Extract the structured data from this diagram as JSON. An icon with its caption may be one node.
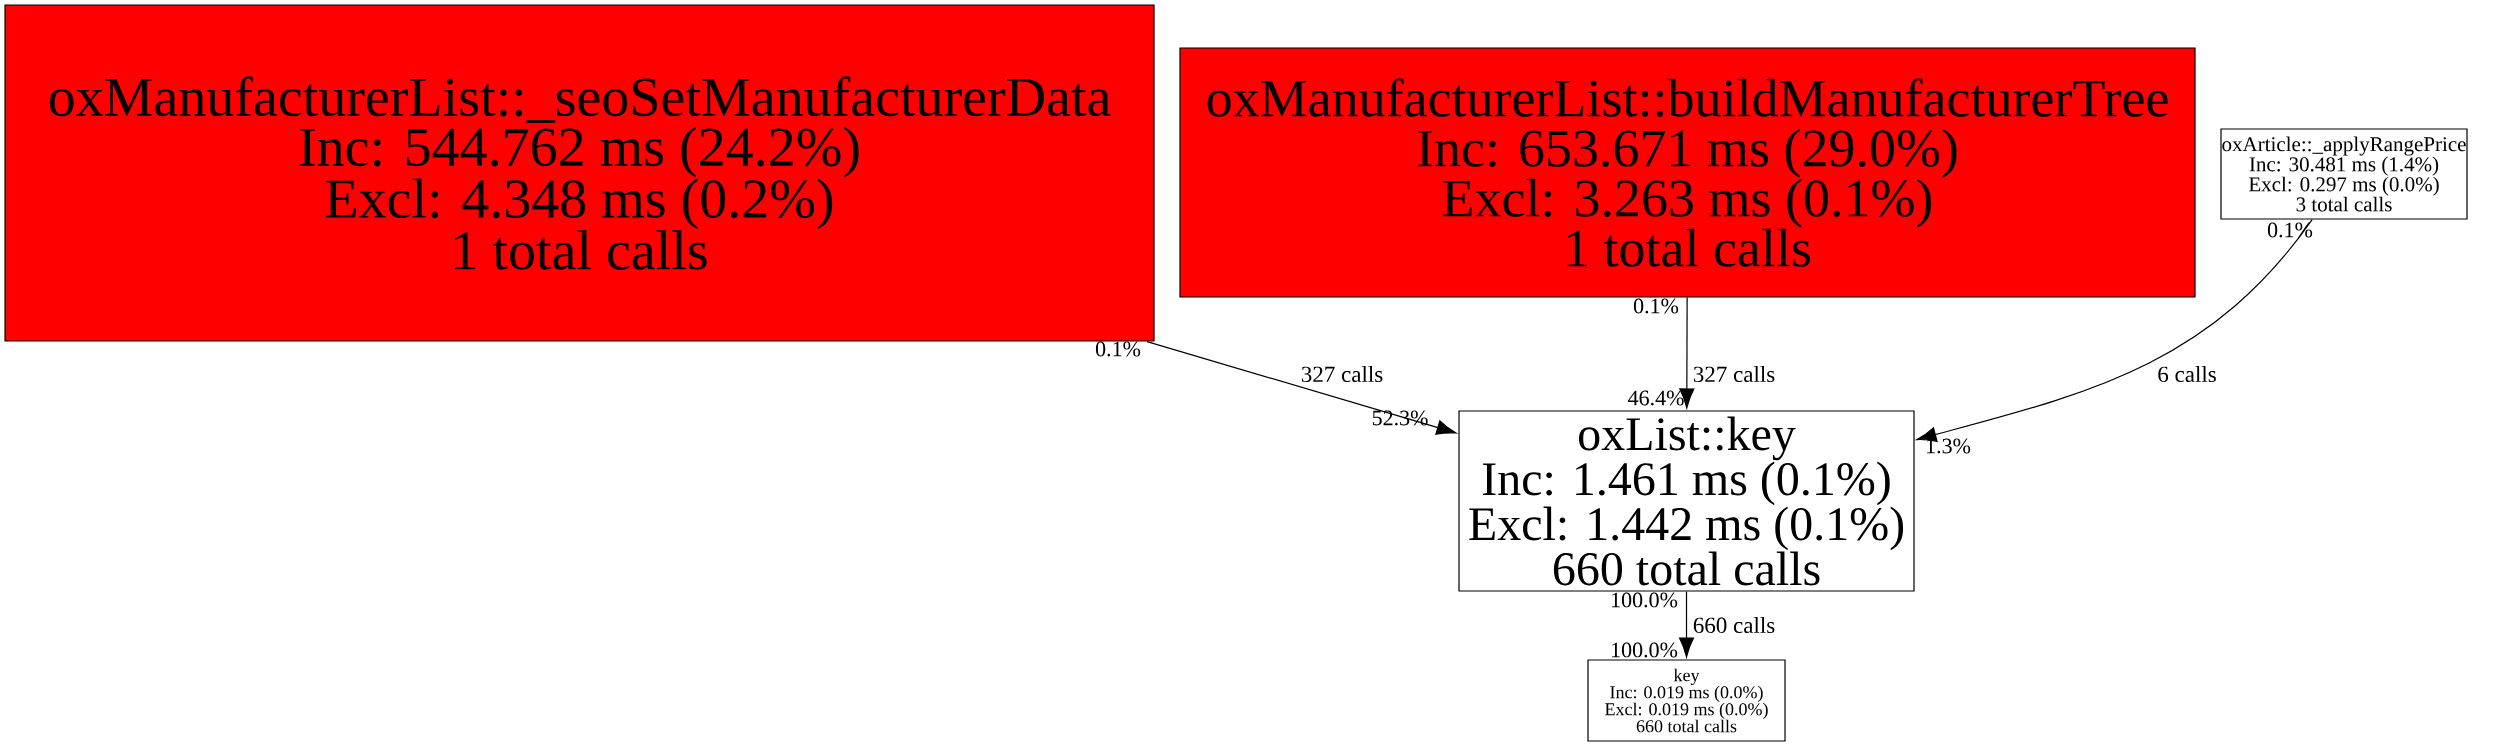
{
  "diagram": {
    "nodes": [
      {
        "text": [
          "oxManufacturerList::_seoSetManufacturerData",
          "Inc: 544.762 ms (24.2%)",
          "Excl: 4.348 ms (0.2%)",
          "1 total calls"
        ]
      },
      {
        "text": [
          "oxManufacturerList::buildManufacturerTree",
          "Inc: 653.671 ms (29.0%)",
          "Excl: 3.263 ms (0.1%)",
          "1 total calls"
        ]
      },
      {
        "text": [
          "oxArticle::_applyRangePrice",
          "Inc: 30.481 ms (1.4%)",
          "Excl: 0.297 ms (0.0%)",
          "3 total calls"
        ]
      },
      {
        "text": [
          "oxList::key",
          "Inc: 1.461 ms (0.1%)",
          "Excl: 1.442 ms (0.1%)",
          "660 total calls"
        ]
      },
      {
        "text": [
          "key",
          "Inc: 0.019 ms (0.0%)",
          "Excl: 0.019 ms (0.0%)",
          "660 total calls"
        ]
      }
    ],
    "edges": [
      {
        "from": 0,
        "to": 3,
        "arrow": "to",
        "label": "327 calls"
      },
      {
        "from": 1,
        "to": 3,
        "arrow": "to",
        "label": "327 calls"
      },
      {
        "from": 2,
        "to": 3,
        "arrow": "to",
        "label": "6 calls"
      },
      {
        "from": 3,
        "to": 4,
        "arrow": "to",
        "label": "660 calls"
      }
    ],
    "labels": [
      "0.1%",
      "0.1%",
      "0.1%",
      "46.4%",
      "52.3%",
      "1.3%",
      "100.0%",
      "100.0%"
    ]
  }
}
